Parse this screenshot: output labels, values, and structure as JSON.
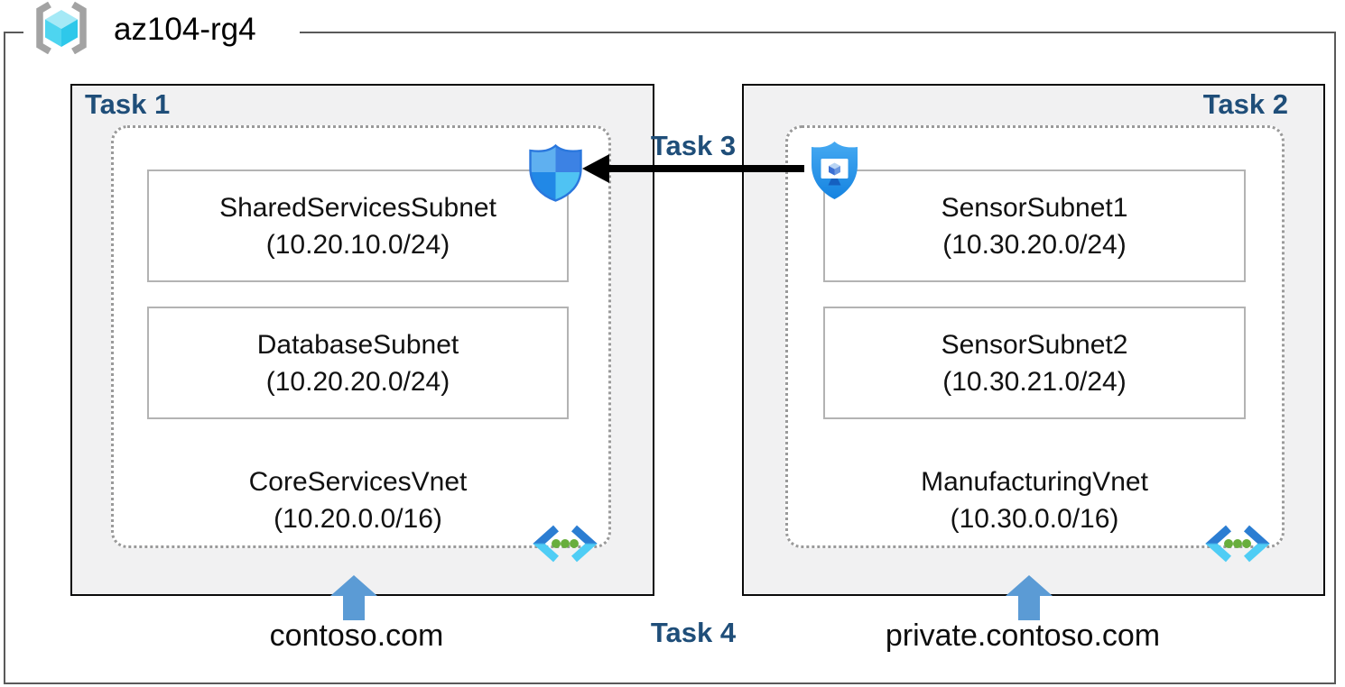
{
  "resource_group": {
    "name": "az104-rg4"
  },
  "task_labels": {
    "task1": "Task 1",
    "task2": "Task 2",
    "task3": "Task 3",
    "task4": "Task 4"
  },
  "vnets": [
    {
      "name": "CoreServicesVnet",
      "cidr": "(10.20.0.0/16)",
      "dns_zone": "contoso.com",
      "subnets": [
        {
          "name": "SharedServicesSubnet",
          "cidr": "(10.20.10.0/24)"
        },
        {
          "name": "DatabaseSubnet",
          "cidr": "(10.20.20.0/24)"
        }
      ]
    },
    {
      "name": "ManufacturingVnet",
      "cidr": "(10.30.0.0/16)",
      "dns_zone": "private.contoso.com",
      "subnets": [
        {
          "name": "SensorSubnet1",
          "cidr": "(10.30.20.0/24)"
        },
        {
          "name": "SensorSubnet2",
          "cidr": "(10.30.21.0/24)"
        }
      ]
    }
  ],
  "icons": {
    "resource_group": "resource-group-icon",
    "network_security_group": "nsg-shield-icon",
    "application_security_group": "asg-shield-monitor-icon",
    "virtual_network": "virtual-network-icon",
    "dns_pointer": "up-block-arrow-icon"
  },
  "colors": {
    "task_label": "#1f4e79",
    "box_fill": "#f1f1f2",
    "box_border": "#0a0a0a",
    "frame_border": "#595959",
    "dashed_border": "#9a9a9a",
    "subnet_border": "#b3b3b3",
    "dns_arrow": "#5b9bd5",
    "flow_arrow": "#000000"
  }
}
